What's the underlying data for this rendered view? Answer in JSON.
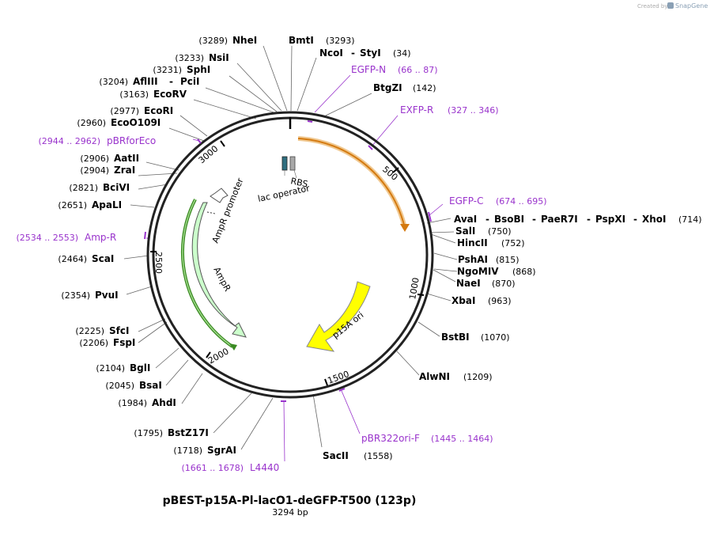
{
  "watermark": {
    "created_by": "Created by",
    "app": "SnapGene"
  },
  "map": {
    "name": "pBEST-p15A-Pl-lacO1-deGFP-T500 (123p)",
    "length": "3294 bp",
    "ticks": [
      "500",
      "1000",
      "1500",
      "2000",
      "2500",
      "3000"
    ]
  },
  "features": {
    "rbs": "RBS",
    "lac_operator": "lac operator",
    "ampr_promoter": "AmpR promoter",
    "ampr": "AmpR",
    "p15a_ori": "p15A ori"
  },
  "sites_right": [
    {
      "name": "BmtI",
      "pos": "(3293)"
    },
    {
      "name": "NcoI",
      "sep": "-",
      "name2": "StyI",
      "pos": "(34)"
    },
    {
      "name": "BtgZI",
      "pos": "(142)"
    },
    {
      "name": "AvaI",
      "sep": "-",
      "name2": "BsoBI",
      "sep2": "-",
      "name3": "PaeR7I",
      "sep3": "-",
      "name4": "PspXI",
      "sep4": "-",
      "name5": "XhoI",
      "pos": "(714)"
    },
    {
      "name": "SalI",
      "pos": "(750)"
    },
    {
      "name": "HincII",
      "pos": "(752)"
    },
    {
      "name": "PshAI",
      "pos": "(815)"
    },
    {
      "name": "NgoMIV",
      "pos": "(868)"
    },
    {
      "name": "NaeI",
      "pos": "(870)"
    },
    {
      "name": "XbaI",
      "pos": "(963)"
    },
    {
      "name": "BstBI",
      "pos": "(1070)"
    },
    {
      "name": "AlwNI",
      "pos": "(1209)"
    },
    {
      "name": "SacII",
      "pos": "(1558)"
    }
  ],
  "sites_left": [
    {
      "name": "NheI",
      "pos": "(3289)"
    },
    {
      "name": "NsiI",
      "pos": "(3233)"
    },
    {
      "name": "SphI",
      "pos": "(3231)"
    },
    {
      "name": "AflIII",
      "sep": "-",
      "name2": "PciI",
      "pos": "(3204)"
    },
    {
      "name": "EcoRV",
      "pos": "(3163)"
    },
    {
      "name": "EcoRI",
      "pos": "(2977)"
    },
    {
      "name": "EcoO109I",
      "pos": "(2960)"
    },
    {
      "name": "AatII",
      "pos": "(2906)"
    },
    {
      "name": "ZraI",
      "pos": "(2904)"
    },
    {
      "name": "BciVI",
      "pos": "(2821)"
    },
    {
      "name": "ApaLI",
      "pos": "(2651)"
    },
    {
      "name": "ScaI",
      "pos": "(2464)"
    },
    {
      "name": "PvuI",
      "pos": "(2354)"
    },
    {
      "name": "SfcI",
      "pos": "(2225)"
    },
    {
      "name": "FspI",
      "pos": "(2206)"
    },
    {
      "name": "BglI",
      "pos": "(2104)"
    },
    {
      "name": "BsaI",
      "pos": "(2045)"
    },
    {
      "name": "AhdI",
      "pos": "(1984)"
    },
    {
      "name": "BstZ17I",
      "pos": "(1795)"
    },
    {
      "name": "SgrAI",
      "pos": "(1718)"
    }
  ],
  "primers": [
    {
      "name": "EGFP-N",
      "range": "(66 .. 87)"
    },
    {
      "name": "EXFP-R",
      "range": "(327 .. 346)"
    },
    {
      "name": "EGFP-C",
      "range": "(674 .. 695)"
    },
    {
      "name": "pBR322ori-F",
      "range": "(1445 .. 1464)"
    },
    {
      "name": "L4440",
      "range": "(1661 .. 1678)"
    },
    {
      "name": "Amp-R",
      "range": "(2534 .. 2553)"
    },
    {
      "name": "pBRforEco",
      "range": "(2944 .. 2962)"
    }
  ],
  "colors": {
    "primer": "#9933cc",
    "gfp_arrow": "#e8a040",
    "p15a": "#ffff00",
    "ampr_fill": "#ccffcc",
    "ampr_border": "#3a8a22",
    "rbs": "#2f6f80",
    "lacop": "#a8a8a8"
  }
}
